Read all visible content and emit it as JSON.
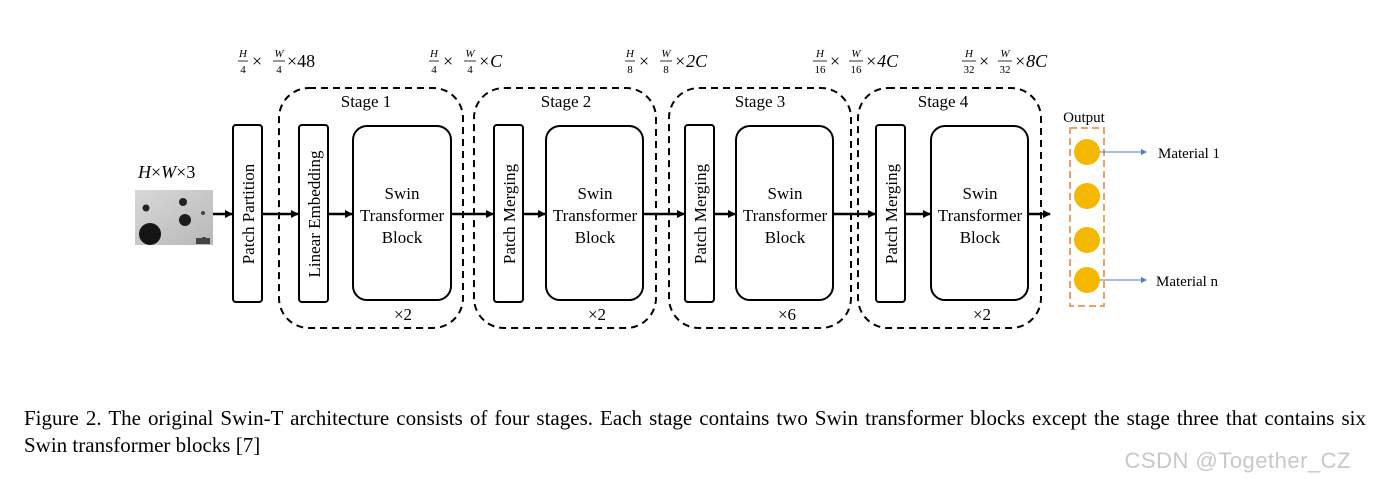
{
  "input": {
    "label_parts": [
      "H",
      "×",
      "W",
      "×",
      "3"
    ]
  },
  "dims": [
    {
      "h_num": "H",
      "h_den": "4",
      "w_num": "W",
      "w_den": "4",
      "suffix": "×48"
    },
    {
      "h_num": "H",
      "h_den": "4",
      "w_num": "W",
      "w_den": "4",
      "suffix": "×C"
    },
    {
      "h_num": "H",
      "h_den": "8",
      "w_num": "W",
      "w_den": "8",
      "suffix": "×2C"
    },
    {
      "h_num": "H",
      "h_den": "16",
      "w_num": "W",
      "w_den": "16",
      "suffix": "×4C"
    },
    {
      "h_num": "H",
      "h_den": "32",
      "w_num": "W",
      "w_den": "32",
      "suffix": "×8C"
    }
  ],
  "patch_partition": "Patch Partition",
  "stages": [
    {
      "title": "Stage 1",
      "first_block": "Linear Embedding",
      "swin": [
        "Swin",
        "Transformer",
        "Block"
      ],
      "repeat": "×2"
    },
    {
      "title": "Stage 2",
      "first_block": "Patch Merging",
      "swin": [
        "Swin",
        "Transformer",
        "Block"
      ],
      "repeat": "×2"
    },
    {
      "title": "Stage 3",
      "first_block": "Patch Merging",
      "swin": [
        "Swin",
        "Transformer",
        "Block"
      ],
      "repeat": "×6"
    },
    {
      "title": "Stage 4",
      "first_block": "Patch Merging",
      "swin": [
        "Swin",
        "Transformer",
        "Block"
      ],
      "repeat": "×2"
    }
  ],
  "output": {
    "title": "Output",
    "labels": [
      "Material 1",
      "Material n"
    ]
  },
  "colors": {
    "node_fill": "#f5b800",
    "output_border": "#f0a060",
    "output_arrow": "#4a7ec0"
  },
  "caption": "Figure 2. The original Swin-T architecture consists of four stages. Each stage contains two Swin transformer blocks except the stage three that contains six Swin transformer blocks [7]",
  "watermark": "CSDN @Together_CZ"
}
